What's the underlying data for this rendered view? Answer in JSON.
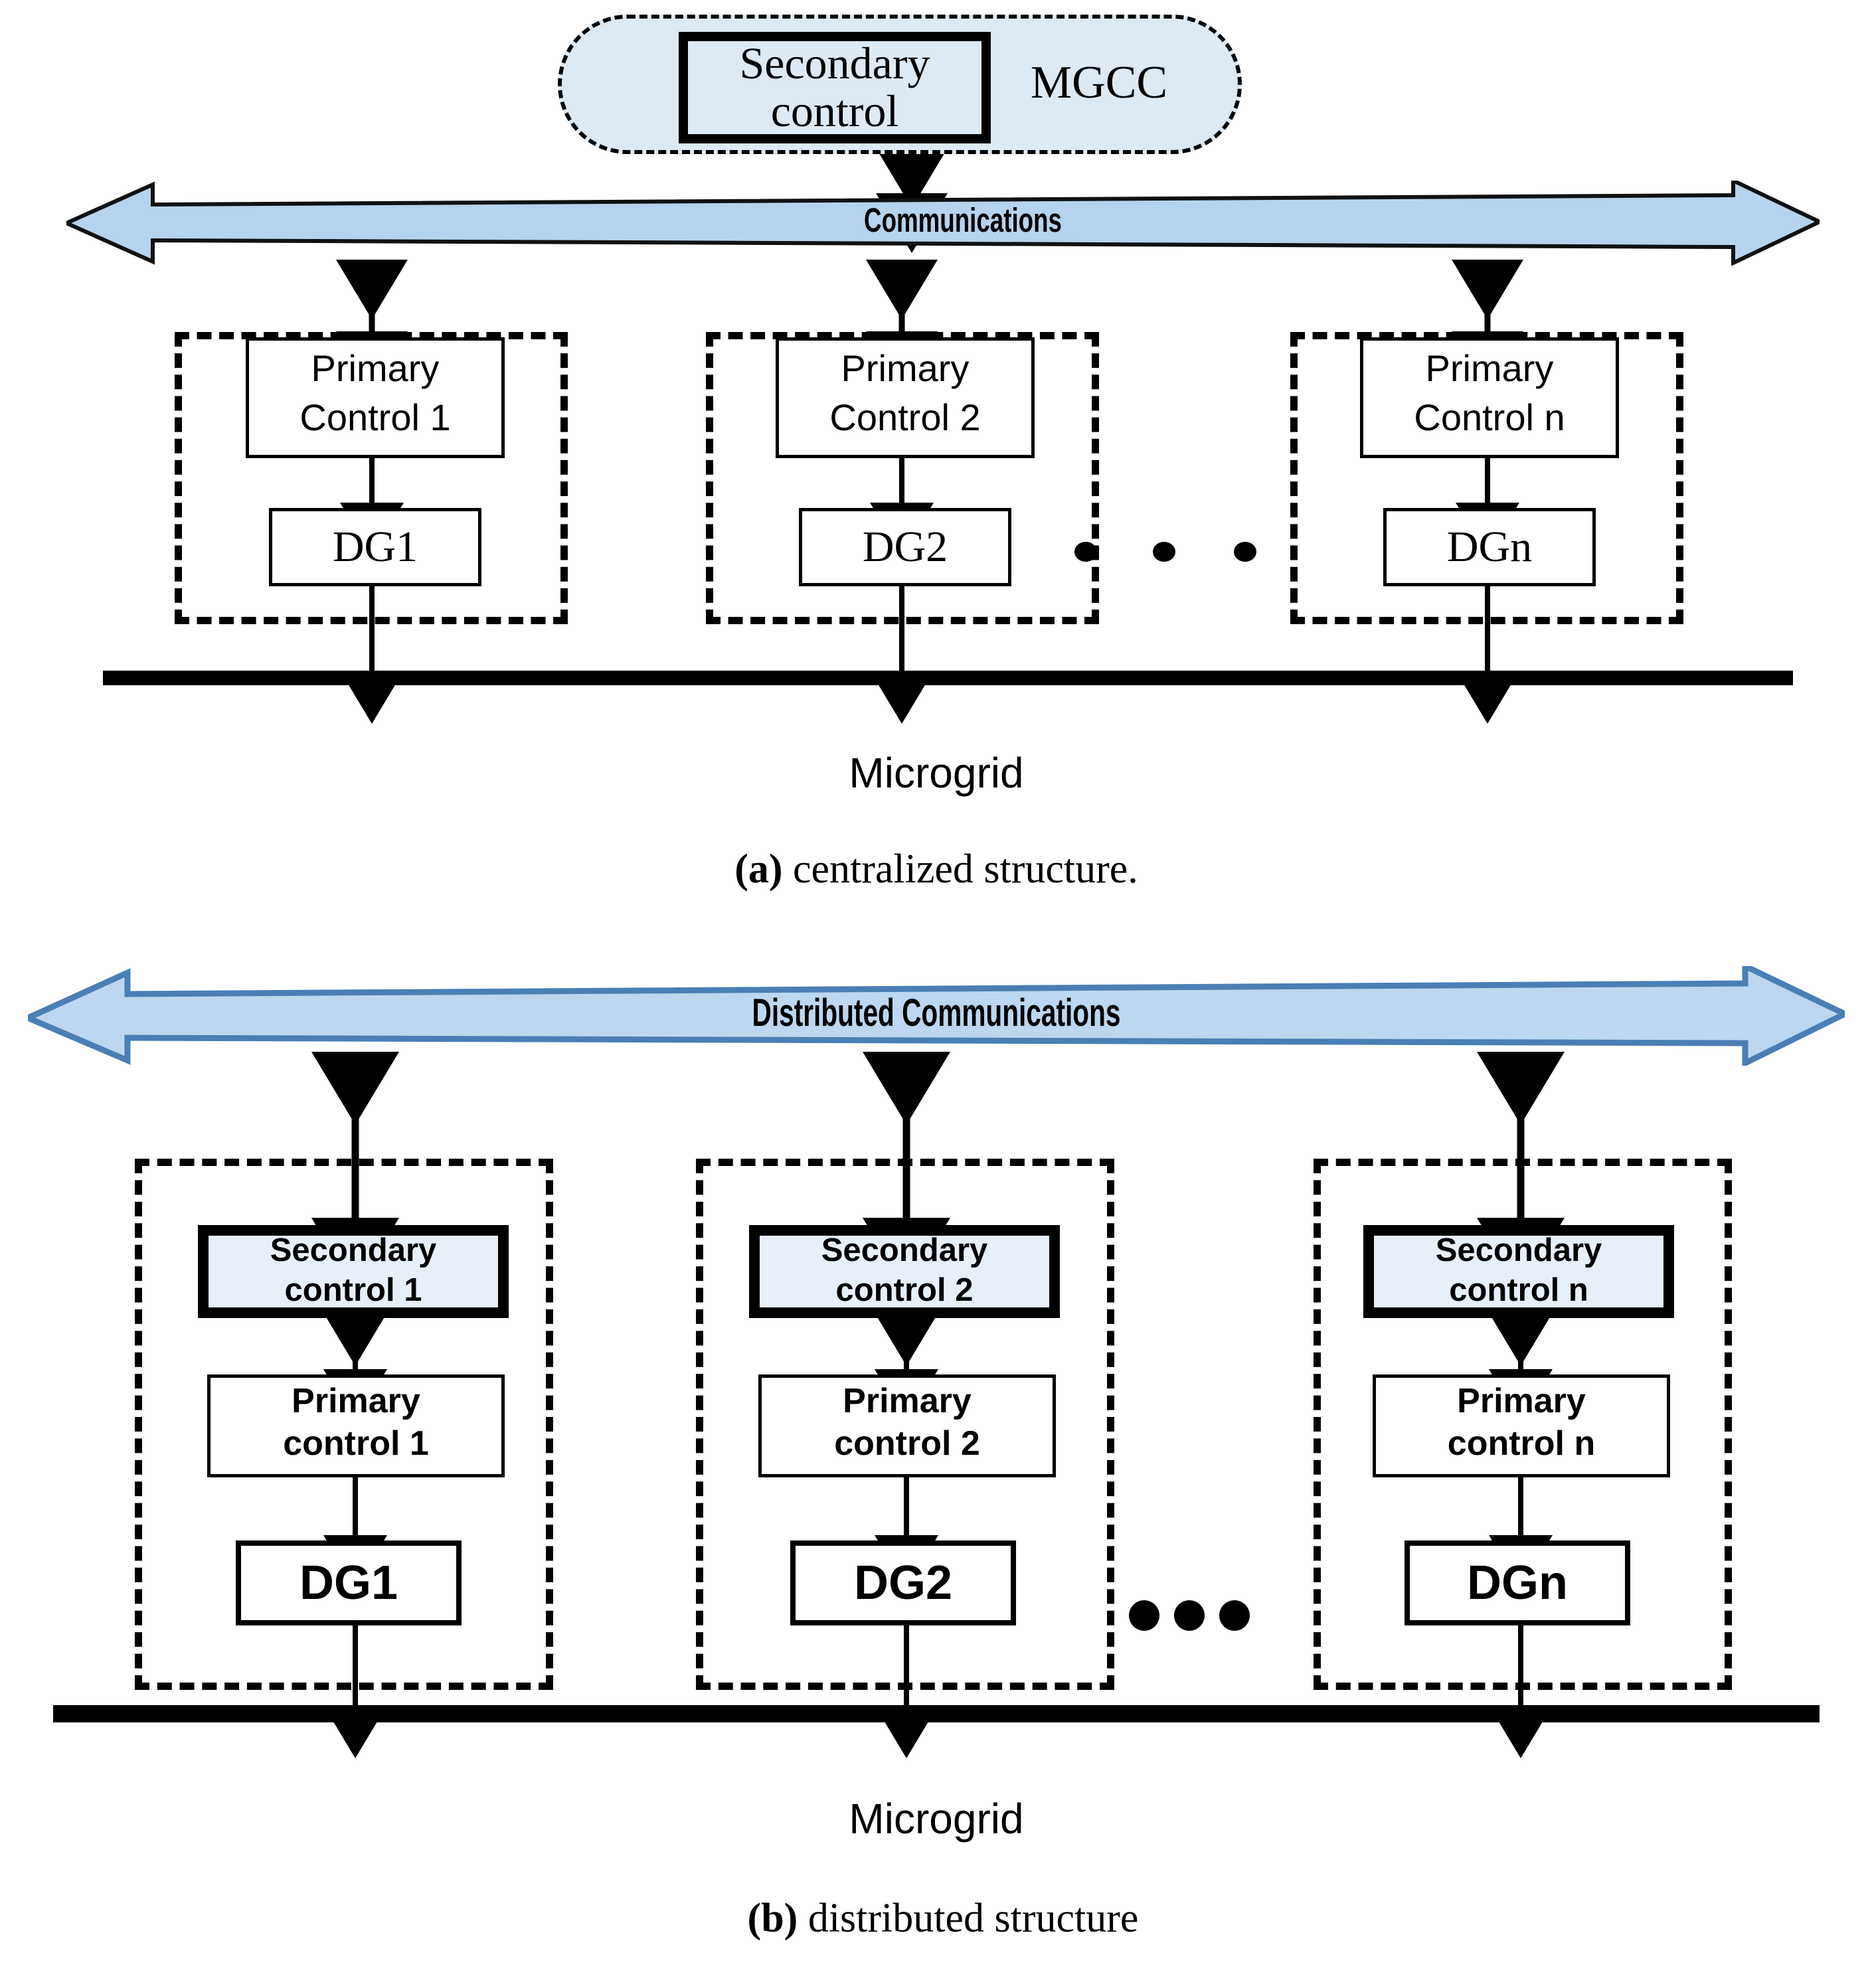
{
  "figure": {
    "panel_a": {
      "caption_prefix": "(a)",
      "caption_text": " centralized structure.",
      "bus_label": "Microgrid",
      "mgcc": {
        "outer_label": "MGCC",
        "inner_label_line1": "Secondary",
        "inner_label_line2": "control"
      },
      "comm_bus_label": "Communications",
      "groups": [
        {
          "primary_line1": "Primary",
          "primary_line2": "Control 1",
          "dg_label": "DG1"
        },
        {
          "primary_line1": "Primary",
          "primary_line2": "Control 2",
          "dg_label": "DG2"
        },
        {
          "primary_line1": "Primary",
          "primary_line2": "Control n",
          "dg_label": "DGn"
        }
      ],
      "ellipsis": "•••"
    },
    "panel_b": {
      "caption_prefix": "(b)",
      "caption_text": " distributed structure",
      "bus_label": "Microgrid",
      "comm_bus_label": "Distributed Communications",
      "groups": [
        {
          "secondary_line1": "Secondary",
          "secondary_line2": "control 1",
          "primary_line1": "Primary",
          "primary_line2": "control 1",
          "dg_label": "DG1"
        },
        {
          "secondary_line1": "Secondary",
          "secondary_line2": "control 2",
          "primary_line1": "Primary",
          "primary_line2": "control 2",
          "dg_label": "DG2"
        },
        {
          "secondary_line1": "Secondary",
          "secondary_line2": "control n",
          "primary_line1": "Primary",
          "primary_line2": "control n",
          "dg_label": "DGn"
        }
      ],
      "ellipsis": "•••"
    }
  },
  "colors": {
    "mgcc_fill": "#dde9f3",
    "comm_arrow_fill_a": "#b5d3ec",
    "comm_arrow_fill_b": "#bcd7ef",
    "comm_arrow_stroke_a": "#000000",
    "comm_arrow_stroke_b": "#4a7fb5",
    "secondary_box_fill": "#e7eff8",
    "line": "#000000",
    "background": "#ffffff"
  }
}
